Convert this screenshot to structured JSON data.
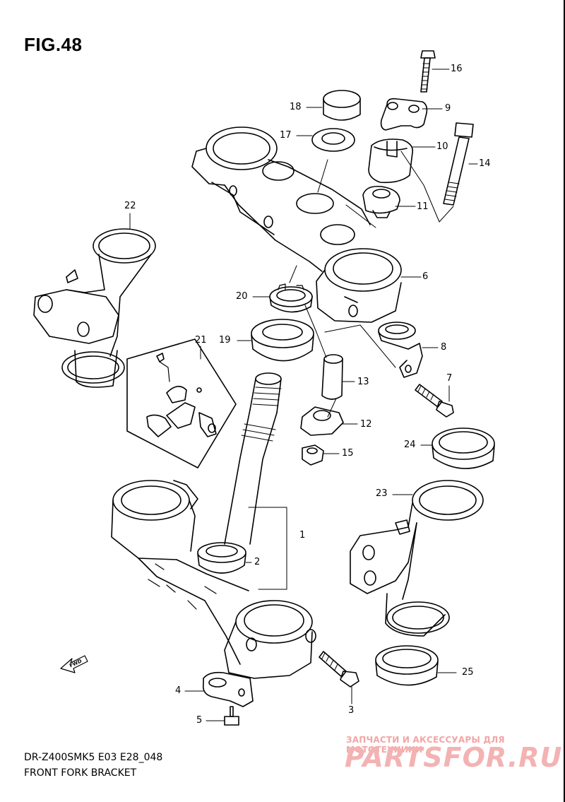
{
  "figure": {
    "title": "FIG.48"
  },
  "parts": [
    {
      "number": "1"
    },
    {
      "number": "2"
    },
    {
      "number": "3"
    },
    {
      "number": "4"
    },
    {
      "number": "5"
    },
    {
      "number": "6"
    },
    {
      "number": "7"
    },
    {
      "number": "8"
    },
    {
      "number": "9"
    },
    {
      "number": "10"
    },
    {
      "number": "11"
    },
    {
      "number": "12"
    },
    {
      "number": "13"
    },
    {
      "number": "14"
    },
    {
      "number": "15"
    },
    {
      "number": "16"
    },
    {
      "number": "17"
    },
    {
      "number": "18"
    },
    {
      "number": "19"
    },
    {
      "number": "20"
    },
    {
      "number": "21"
    },
    {
      "number": "22"
    },
    {
      "number": "23"
    },
    {
      "number": "24"
    },
    {
      "number": "25"
    }
  ],
  "direction_arrow": {
    "label": "FWD"
  },
  "footer": {
    "model_code": "DR-Z400SMK5 E03 E28_048",
    "section_name": "FRONT FORK BRACKET"
  },
  "watermark": {
    "tagline": "ЗАПЧАСТИ И АКСЕССУАРЫ ДЛЯ МОТОТЕХНИКИ",
    "brand": "PARTSFOR.RU"
  },
  "colors": {
    "line": "#000000",
    "background": "#ffffff",
    "watermark": "#f3b3b3"
  }
}
